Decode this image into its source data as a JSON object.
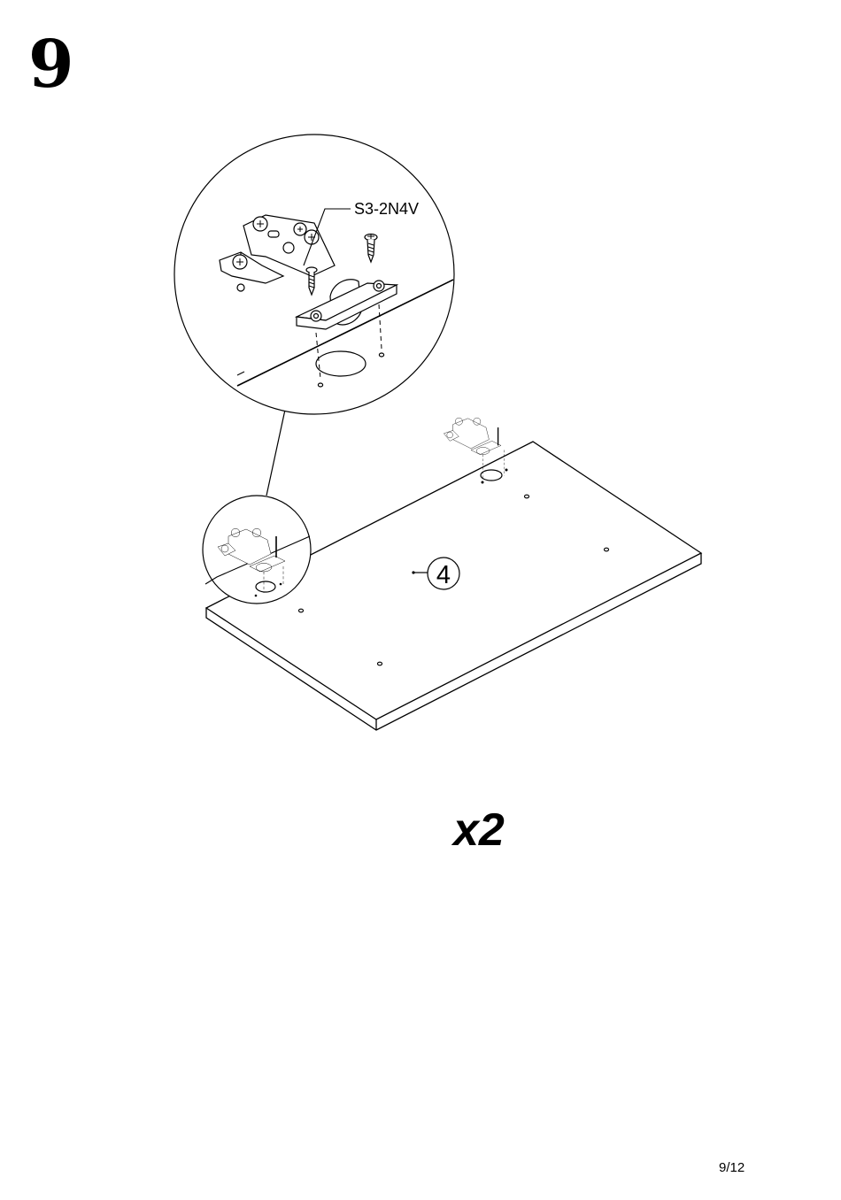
{
  "step": {
    "number": "9"
  },
  "callouts": {
    "part_number": "4",
    "hinge_code": "S3-2N4V"
  },
  "quantity": {
    "label": "x2"
  },
  "footer": {
    "page": "9/12"
  }
}
